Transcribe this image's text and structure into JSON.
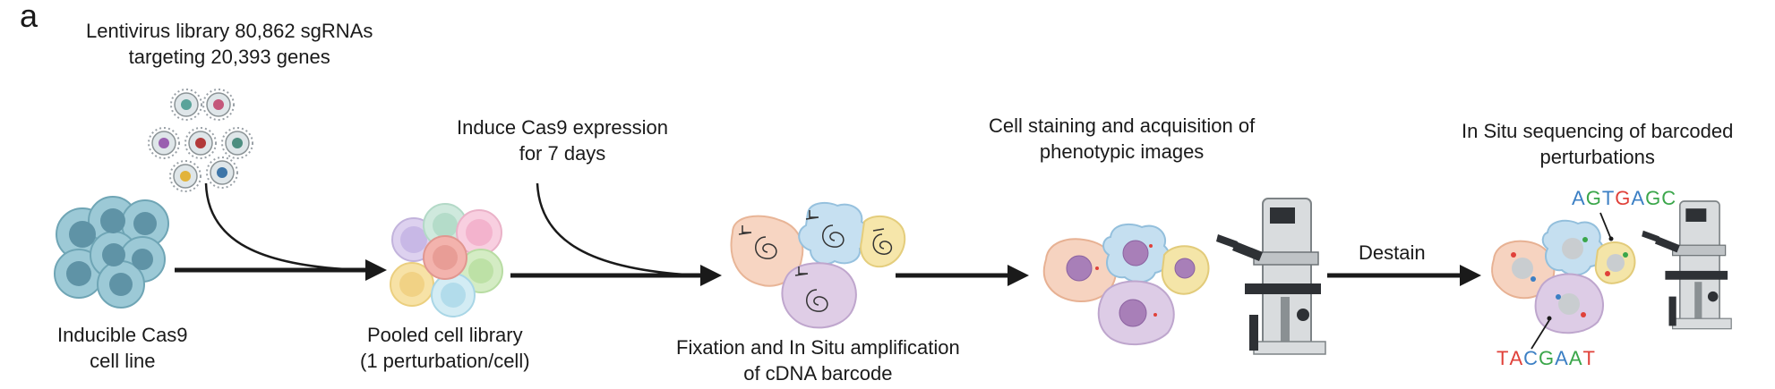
{
  "panel_letter": "a",
  "steps": {
    "library_title_line1": "Lentivirus library 80,862 sgRNAs",
    "library_title_line2": "targeting 20,393 genes",
    "cell_line_line1": "Inducible Cas9",
    "cell_line_line2": "cell line",
    "induce_line1": "Induce Cas9 expression",
    "induce_line2": "for 7 days",
    "pooled_line1": "Pooled cell library",
    "pooled_line2": "(1 perturbation/cell)",
    "fixation_line1": "Fixation and In Situ amplification",
    "fixation_line2": "of cDNA barcode",
    "staining_line1": "Cell staining and acquisition of",
    "staining_line2": "phenotypic images",
    "destain": "Destain",
    "sequencing_line1": "In Situ sequencing of barcoded",
    "sequencing_line2": "perturbations"
  },
  "barcodes": {
    "top": [
      {
        "ch": "A",
        "color": "#3b7fc4"
      },
      {
        "ch": "G",
        "color": "#3aa64a"
      },
      {
        "ch": "T",
        "color": "#3b7fc4"
      },
      {
        "ch": "G",
        "color": "#e0413a"
      },
      {
        "ch": "A",
        "color": "#3b7fc4"
      },
      {
        "ch": "G",
        "color": "#3aa64a"
      },
      {
        "ch": "C",
        "color": "#3aa64a"
      }
    ],
    "bottom": [
      {
        "ch": "T",
        "color": "#e0413a"
      },
      {
        "ch": "A",
        "color": "#e0413a"
      },
      {
        "ch": "C",
        "color": "#3b7fc4"
      },
      {
        "ch": "G",
        "color": "#3aa64a"
      },
      {
        "ch": "A",
        "color": "#3b7fc4"
      },
      {
        "ch": "A",
        "color": "#3aa64a"
      },
      {
        "ch": "T",
        "color": "#e0413a"
      }
    ]
  },
  "colors": {
    "arrow": "#1a1a1a",
    "cas9_cell": "#8fc0cf",
    "cell_orange": "#f5d2bd",
    "cell_blue": "#c4def0",
    "cell_yellow": "#f4e3a8",
    "cell_purple": "#dccbe4"
  }
}
